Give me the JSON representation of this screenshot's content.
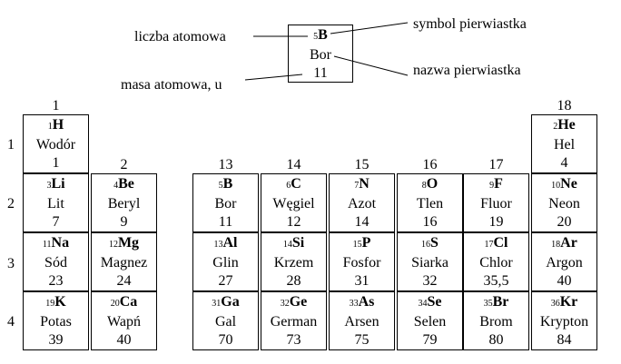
{
  "legend": {
    "atomic_number_label": "liczba atomowa",
    "mass_label": "masa atomowa, u",
    "symbol_label": "symbol pierwiastka",
    "name_label": "nazwa pierwiastka",
    "example": {
      "z": "5",
      "symbol": "B",
      "name": "Bor",
      "mass": "11"
    }
  },
  "groups": {
    "g1": "1",
    "g2": "2",
    "g13": "13",
    "g14": "14",
    "g15": "15",
    "g16": "16",
    "g17": "17",
    "g18": "18"
  },
  "periods": {
    "p1": "1",
    "p2": "2",
    "p3": "3",
    "p4": "4"
  },
  "elements": {
    "H": {
      "z": "1",
      "symbol": "H",
      "name": "Wodór",
      "mass": "1"
    },
    "He": {
      "z": "2",
      "symbol": "He",
      "name": "Hel",
      "mass": "4"
    },
    "Li": {
      "z": "3",
      "symbol": "Li",
      "name": "Lit",
      "mass": "7"
    },
    "Be": {
      "z": "4",
      "symbol": "Be",
      "name": "Beryl",
      "mass": "9"
    },
    "B": {
      "z": "5",
      "symbol": "B",
      "name": "Bor",
      "mass": "11"
    },
    "C": {
      "z": "6",
      "symbol": "C",
      "name": "Węgiel",
      "mass": "12"
    },
    "N": {
      "z": "7",
      "symbol": "N",
      "name": "Azot",
      "mass": "14"
    },
    "O": {
      "z": "8",
      "symbol": "O",
      "name": "Tlen",
      "mass": "16"
    },
    "F": {
      "z": "9",
      "symbol": "F",
      "name": "Fluor",
      "mass": "19"
    },
    "Ne": {
      "z": "10",
      "symbol": "Ne",
      "name": "Neon",
      "mass": "20"
    },
    "Na": {
      "z": "11",
      "symbol": "Na",
      "name": "Sód",
      "mass": "23"
    },
    "Mg": {
      "z": "12",
      "symbol": "Mg",
      "name": "Magnez",
      "mass": "24"
    },
    "Al": {
      "z": "13",
      "symbol": "Al",
      "name": "Glin",
      "mass": "27"
    },
    "Si": {
      "z": "14",
      "symbol": "Si",
      "name": "Krzem",
      "mass": "28"
    },
    "P": {
      "z": "15",
      "symbol": "P",
      "name": "Fosfor",
      "mass": "31"
    },
    "S": {
      "z": "16",
      "symbol": "S",
      "name": "Siarka",
      "mass": "32"
    },
    "Cl": {
      "z": "17",
      "symbol": "Cl",
      "name": "Chlor",
      "mass": "35,5"
    },
    "Ar": {
      "z": "18",
      "symbol": "Ar",
      "name": "Argon",
      "mass": "40"
    },
    "K": {
      "z": "19",
      "symbol": "K",
      "name": "Potas",
      "mass": "39"
    },
    "Ca": {
      "z": "20",
      "symbol": "Ca",
      "name": "Wapń",
      "mass": "40"
    },
    "Ga": {
      "z": "31",
      "symbol": "Ga",
      "name": "Gal",
      "mass": "70"
    },
    "Ge": {
      "z": "32",
      "symbol": "Ge",
      "name": "German",
      "mass": "73"
    },
    "As": {
      "z": "33",
      "symbol": "As",
      "name": "Arsen",
      "mass": "75"
    },
    "Se": {
      "z": "34",
      "symbol": "Se",
      "name": "Selen",
      "mass": "79"
    },
    "Br": {
      "z": "35",
      "symbol": "Br",
      "name": "Brom",
      "mass": "80"
    },
    "Kr": {
      "z": "36",
      "symbol": "Kr",
      "name": "Krypton",
      "mass": "84"
    }
  }
}
